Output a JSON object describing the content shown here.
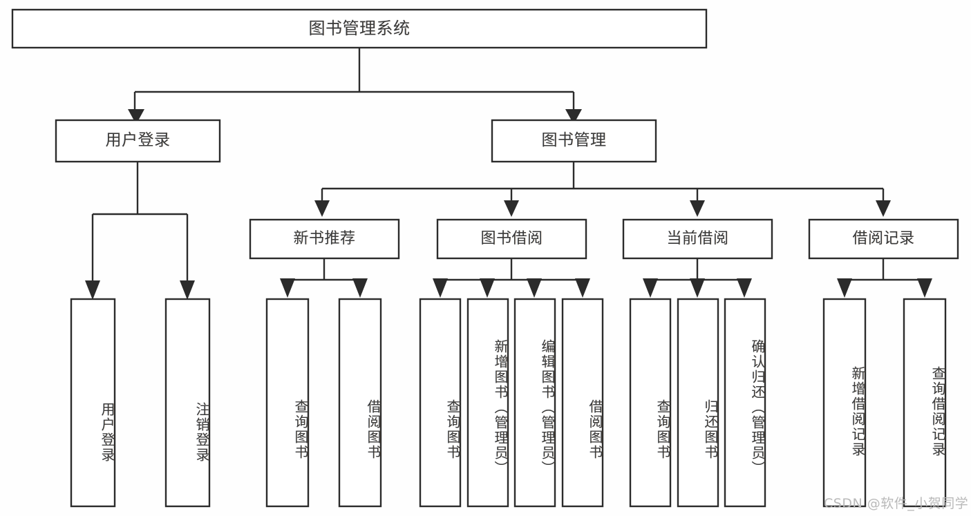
{
  "diagram": {
    "title": "图书管理系统",
    "type": "tree-hierarchy-diagram",
    "colors": {
      "stroke": "#2b2b2b",
      "box_fill": "#ffffff",
      "text": "#3a3a3a",
      "background": "#fefefe",
      "watermark": "#b9b9b9"
    },
    "root": {
      "label": "图书管理系统"
    },
    "level1": [
      {
        "label": "用户登录"
      },
      {
        "label": "图书管理"
      }
    ],
    "level2": [
      {
        "label": "新书推荐"
      },
      {
        "label": "图书借阅"
      },
      {
        "label": "当前借阅"
      },
      {
        "label": "借阅记录"
      }
    ],
    "leaves": {
      "user_login": [
        {
          "label": "用户登录"
        },
        {
          "label": "注销登录"
        }
      ],
      "new_book_recommend": [
        {
          "label": "查询图书"
        },
        {
          "label": "借阅图书"
        }
      ],
      "book_borrow": [
        {
          "label": "查询图书"
        },
        {
          "label": "新增图书（管理员）"
        },
        {
          "label": "编辑图书（管理员）"
        },
        {
          "label": "借阅图书"
        }
      ],
      "current_borrow": [
        {
          "label": "查询图书"
        },
        {
          "label": "归还图书"
        },
        {
          "label": "确认归还（管理员）"
        }
      ],
      "borrow_record": [
        {
          "label": "新增借阅记录"
        },
        {
          "label": "查询借阅记录"
        }
      ]
    }
  },
  "watermark": {
    "text": "CSDN @软件_小贺同学"
  }
}
